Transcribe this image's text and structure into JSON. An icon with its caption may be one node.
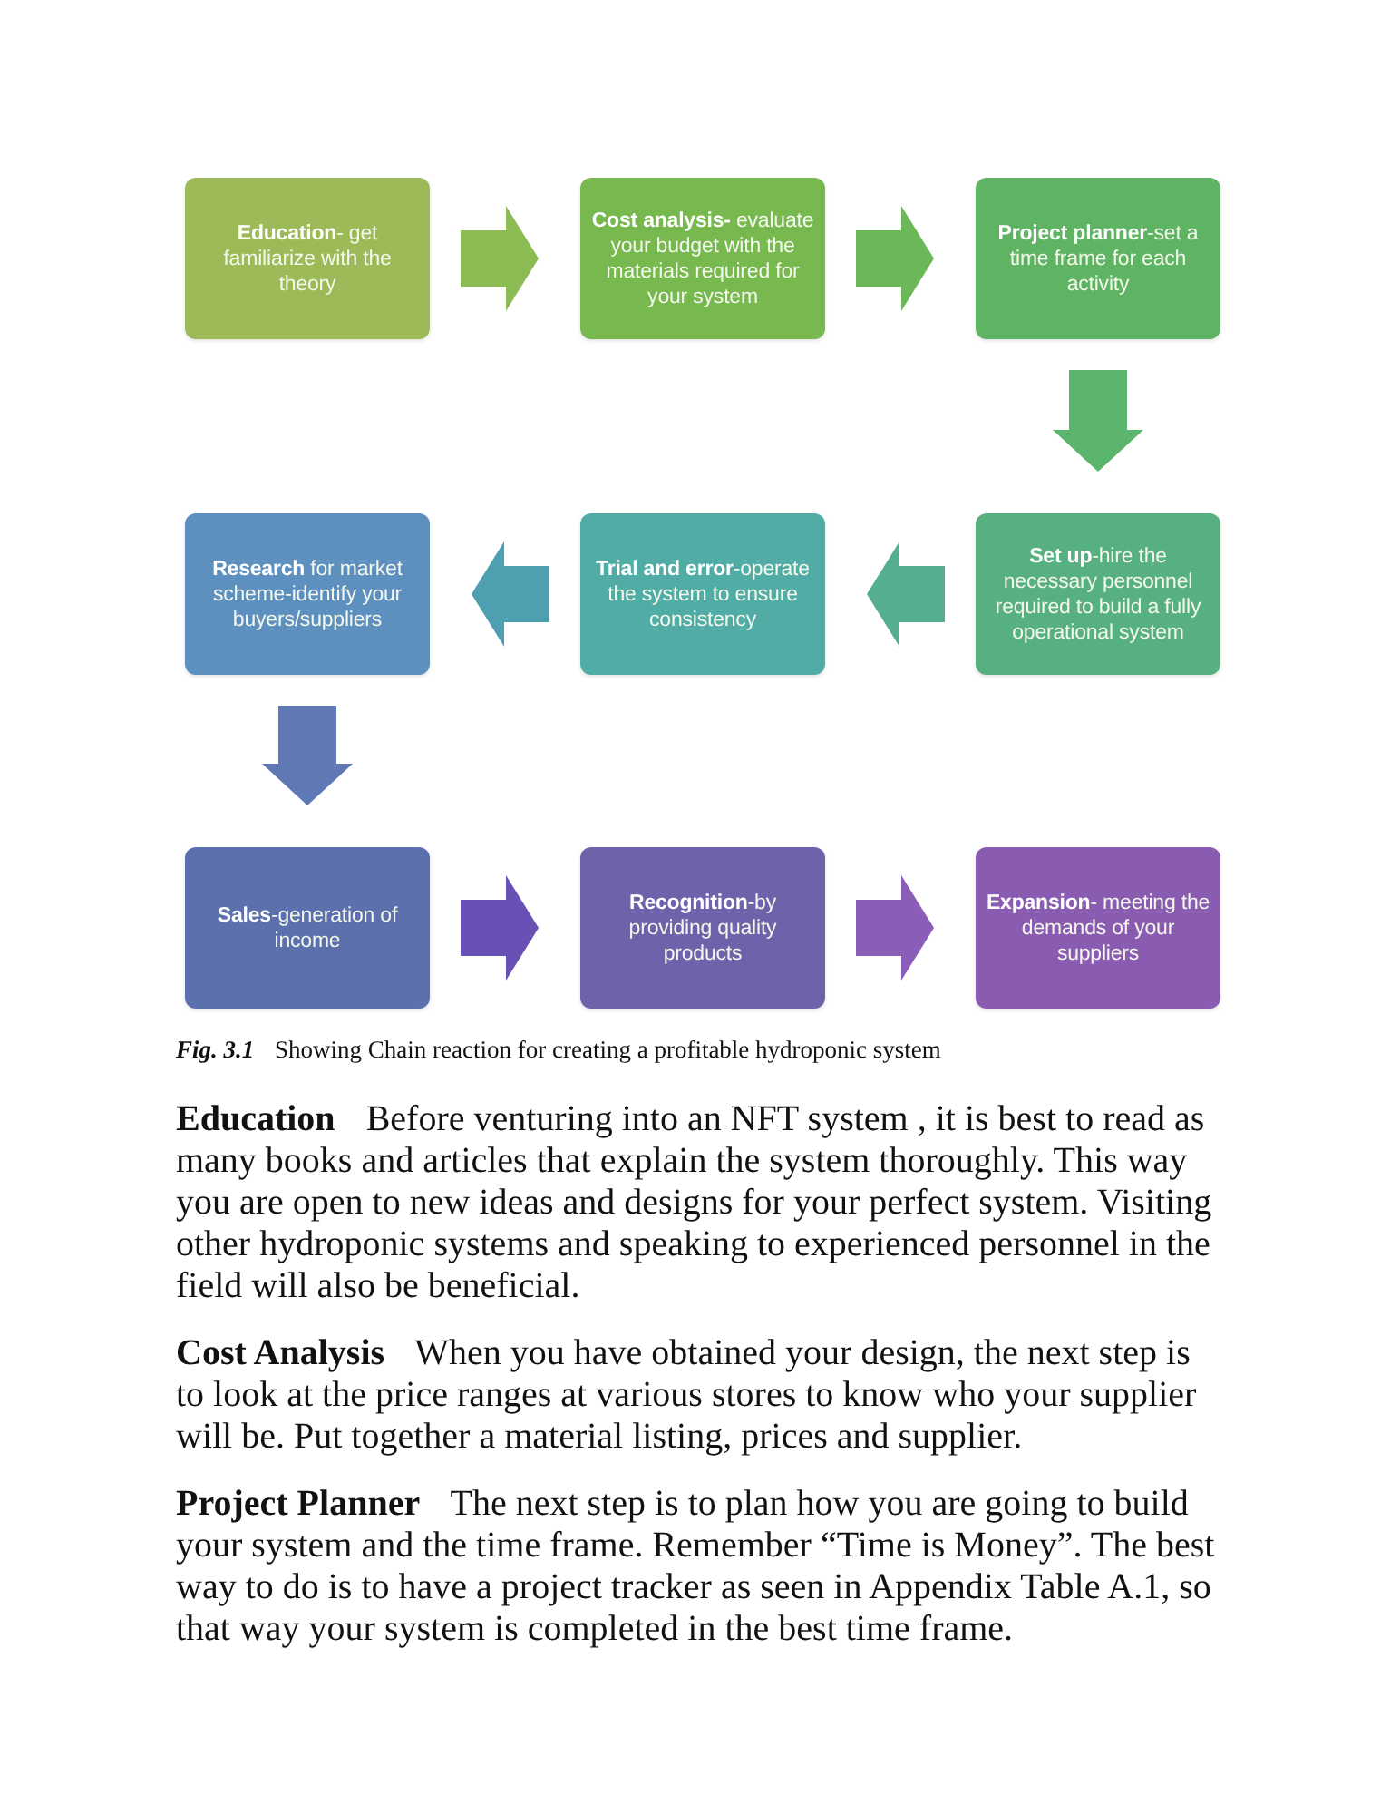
{
  "diagram": {
    "caption": "*Fig. 3.1* Showing Chain reaction for creating a profitable hydroponic system",
    "nodes": [
      {
        "text": [
          "**Education**- get familiarize with the theory"
        ]
      },
      {
        "text": [
          "**Cost analysis-** evaluate your budget with the materials required for your system"
        ]
      },
      {
        "text": [
          "**Project planner**-set a time frame for each activity"
        ]
      },
      {
        "text": [
          "**Set up**-hire the necessary personnel required to build a fully operational system"
        ]
      },
      {
        "text": [
          "**Trial and error**-operate the system to ensure consistency"
        ]
      },
      {
        "text": [
          "**Research** for market scheme-identify your buyers/suppliers"
        ]
      },
      {
        "text": [
          "**Sales**-generation of income"
        ]
      },
      {
        "text": [
          "**Recognition**-by providing quality products"
        ]
      },
      {
        "text": [
          "**Expansion**- meeting the demands of your suppliers"
        ]
      }
    ],
    "edges": [
      {
        "from": 0,
        "to": 1,
        "arrow": "to",
        "color": "#8bbb52"
      },
      {
        "from": 1,
        "to": 2,
        "arrow": "to",
        "color": "#6cb858"
      },
      {
        "from": 2,
        "to": 3,
        "arrow": "to",
        "color": "#5cb56c"
      },
      {
        "from": 3,
        "to": 4,
        "arrow": "to",
        "color": "#55ae92"
      },
      {
        "from": 4,
        "to": 5,
        "arrow": "to",
        "color": "#4e9fb0"
      },
      {
        "from": 5,
        "to": 6,
        "arrow": "to",
        "color": "#6078b6"
      },
      {
        "from": 6,
        "to": 7,
        "arrow": "to",
        "color": "#6850b5"
      },
      {
        "from": 7,
        "to": 8,
        "arrow": "to",
        "color": "#8a5db8"
      }
    ],
    "labels": [
      "**Education** Before venturing into an NFT system , it is best to read as many books and articles that explain the system thoroughly. This way you are open to new ideas and designs for your perfect system. Visiting other hydroponic systems and speaking to experienced personnel in the field will also be beneficial.",
      "**Cost Analysis** When you have obtained your design, the next step is to look at the price ranges at various stores to know who your supplier will be. Put together a material listing, prices and supplier.",
      "**Project Planner** The next step is to plan how you are going to build your system and the time frame. Remember “Time is Money”. The best way to do is to have a project tracker as seen in Appendix Table A.1, so that way your system is completed in the best time frame."
    ]
  }
}
